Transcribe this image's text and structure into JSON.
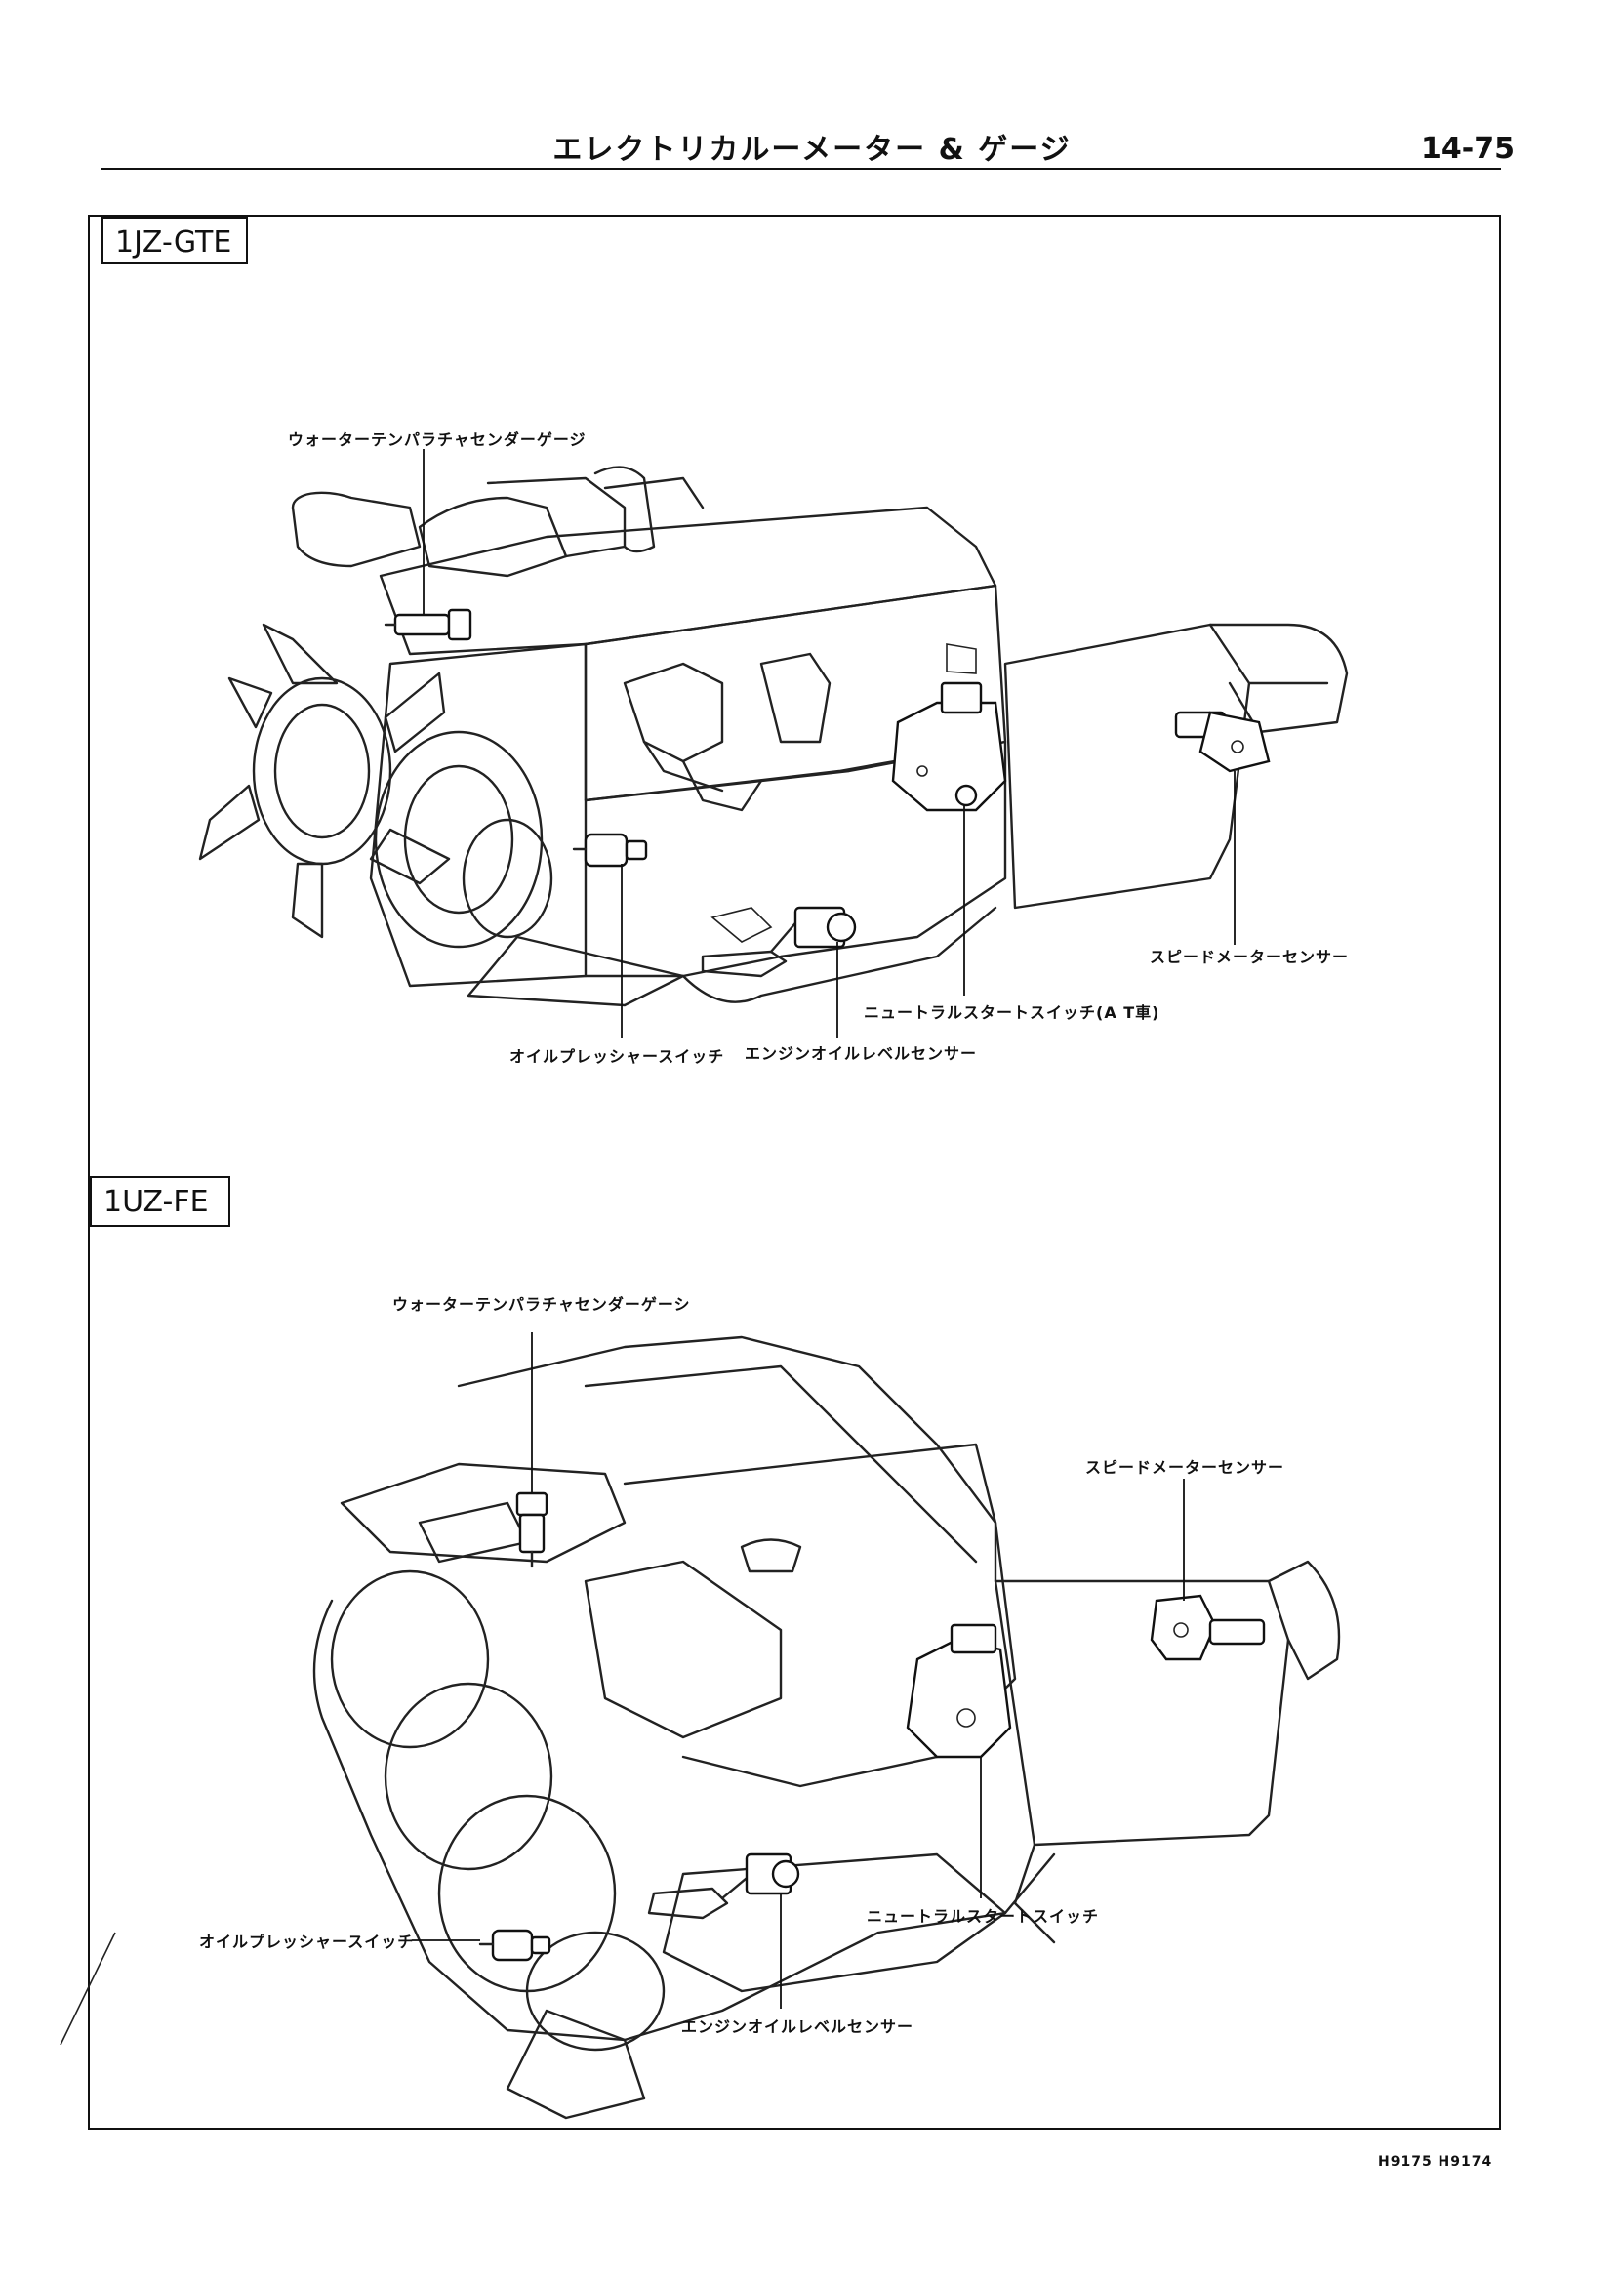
{
  "header": {
    "title": "エレクトリカルーメーター & ゲージ",
    "page_number": "14-75"
  },
  "sections": [
    {
      "engine": "1JZ-GTE",
      "callouts": {
        "water_temp": "ウォーターテンパラチャセンダーゲージ",
        "speed_sensor": "スピードメーターセンサー",
        "neutral_start": "ニュートラルスタートスイッチ(A T車)",
        "oil_level": "エンジンオイルレベルセンサー",
        "oil_pressure": "オイルプレッシャースイッチ"
      }
    },
    {
      "engine": "1UZ-FE",
      "callouts": {
        "water_temp": "ウォーターテンパラチャセンダーゲーシ",
        "speed_sensor": "スピードメーターセンサー",
        "neutral_start": "ニュートラルスタートスイッチ",
        "oil_level": "エンジンオイルレベルセンサー",
        "oil_pressure": "オイルプレッシャースイッチ"
      }
    }
  ],
  "footer": {
    "reference_codes": "H9175 H9174"
  }
}
